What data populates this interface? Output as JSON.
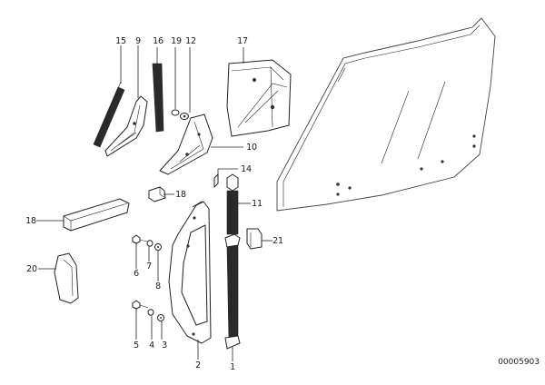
{
  "callouts": [
    {
      "id": "c15",
      "text": "15"
    },
    {
      "id": "c9",
      "text": "9"
    },
    {
      "id": "c16",
      "text": "16"
    },
    {
      "id": "c19",
      "text": "19"
    },
    {
      "id": "c12",
      "text": "12"
    },
    {
      "id": "c17",
      "text": "17"
    },
    {
      "id": "c10",
      "text": "10"
    },
    {
      "id": "c14",
      "text": "14"
    },
    {
      "id": "c18a",
      "text": "18"
    },
    {
      "id": "c11",
      "text": "11"
    },
    {
      "id": "c18b",
      "text": "18"
    },
    {
      "id": "c21",
      "text": "21"
    },
    {
      "id": "c20",
      "text": "20"
    },
    {
      "id": "c6a",
      "text": "6"
    },
    {
      "id": "c7",
      "text": "7"
    },
    {
      "id": "c8",
      "text": "8"
    },
    {
      "id": "c5",
      "text": "5"
    },
    {
      "id": "c4",
      "text": "4"
    },
    {
      "id": "c3",
      "text": "3"
    },
    {
      "id": "c2",
      "text": "2"
    },
    {
      "id": "c1",
      "text": "1"
    }
  ],
  "diagram_code": "00005903"
}
